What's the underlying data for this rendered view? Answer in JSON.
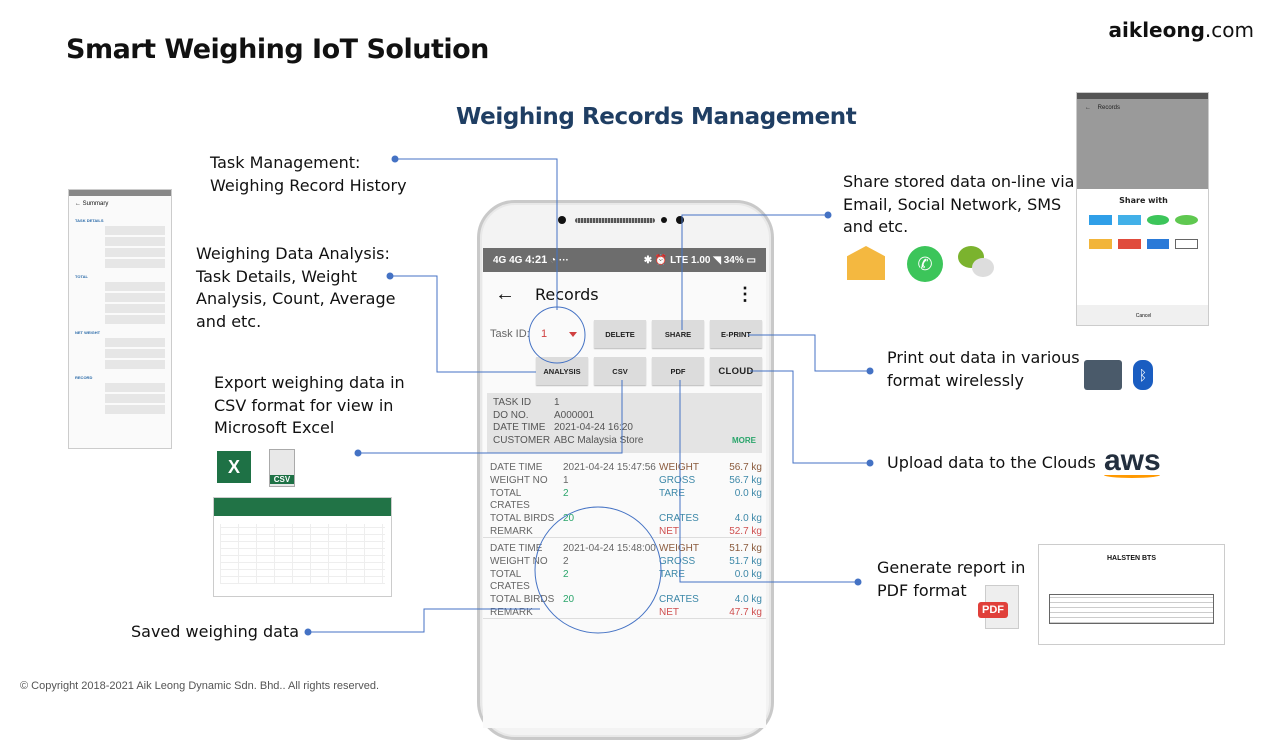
{
  "slide": {
    "title": "Smart Weighing IoT Solution",
    "brand_bold": "aikleong",
    "brand_rest": ".com",
    "subtitle": "Weighing Records Management",
    "copyright": "© Copyright 2018-2021 Aik Leong  Dynamic Sdn. Bhd..  All rights reserved."
  },
  "callouts": {
    "task_management": [
      "Task Management:",
      "Weighing Record History"
    ],
    "analysis": [
      "Weighing Data Analysis:",
      "Task Details, Weight",
      "Analysis, Count, Average",
      "and etc."
    ],
    "csv": [
      "Export weighing data in",
      "CSV format for view in",
      "Microsoft Excel"
    ],
    "saved": "Saved weighing data",
    "share": [
      "Share stored data on-line via",
      "Email, Social Network, SMS",
      "and etc."
    ],
    "print": [
      "Print out data in various",
      "format wirelessly"
    ],
    "cloud": "Upload data to the Clouds",
    "pdf": [
      "Generate report in",
      "PDF format"
    ]
  },
  "phone": {
    "status": {
      "time": "4:21",
      "battery": "34%",
      "left_icons": "4G 4G",
      "right_icons": "✱ ⏰ LTE 1.00"
    },
    "appbar": {
      "title": "Records",
      "back": "←",
      "menu": "⋮"
    },
    "task_id_label": "Task ID:",
    "task_id_value": "1",
    "buttons": {
      "delete": "DELETE",
      "share": "SHARE",
      "eprint": "E-PRINT",
      "analysis": "ANALYSIS",
      "csv": "CSV",
      "pdf": "PDF",
      "cloud": "CLOUD"
    },
    "task_card": {
      "rows": [
        {
          "k": "TASK ID",
          "v": "1"
        },
        {
          "k": "DO NO.",
          "v": "A000001"
        },
        {
          "k": "DATE TIME",
          "v": "2021-04-24 16:20"
        },
        {
          "k": "CUSTOMER",
          "v": "ABC Malaysia Store"
        }
      ],
      "more": "MORE"
    },
    "records": [
      {
        "labels": [
          "DATE TIME",
          "WEIGHT NO",
          "TOTAL CRATES",
          "TOTAL BIRDS",
          "REMARK"
        ],
        "values": [
          "2021-04-24 15:47:56",
          "1",
          "2",
          "20",
          ""
        ],
        "mlabels": [
          "WEIGHT",
          "GROSS",
          "TARE",
          "CRATES",
          "NET"
        ],
        "mvalues": [
          "56.7 kg",
          "56.7 kg",
          "0.0 kg",
          "4.0 kg",
          "52.7 kg"
        ]
      },
      {
        "labels": [
          "DATE TIME",
          "WEIGHT NO",
          "TOTAL CRATES",
          "TOTAL BIRDS",
          "REMARK"
        ],
        "values": [
          "2021-04-24 15:48:00",
          "2",
          "2",
          "20",
          ""
        ],
        "mlabels": [
          "WEIGHT",
          "GROSS",
          "TARE",
          "CRATES",
          "NET"
        ],
        "mvalues": [
          "51.7 kg",
          "51.7 kg",
          "0.0 kg",
          "4.0 kg",
          "47.7 kg"
        ]
      }
    ]
  },
  "summary_thumb": {
    "title": "Summary",
    "sections": [
      "TASK DETAILS",
      "TOTAL",
      "NET WEIGHT",
      "RECORD"
    ]
  },
  "share_thumb": {
    "title": "Records",
    "dialog_title": "Share with",
    "cancel": "Cancel"
  },
  "pdf_thumb": {
    "title": "HALSTEN BTS"
  },
  "icons": {
    "csv_label": "CSV",
    "pdf_label": "PDF",
    "aws_label": "aws"
  },
  "colors": {
    "callout_line": "#4472c4",
    "subtitle": "#1f3e63"
  }
}
